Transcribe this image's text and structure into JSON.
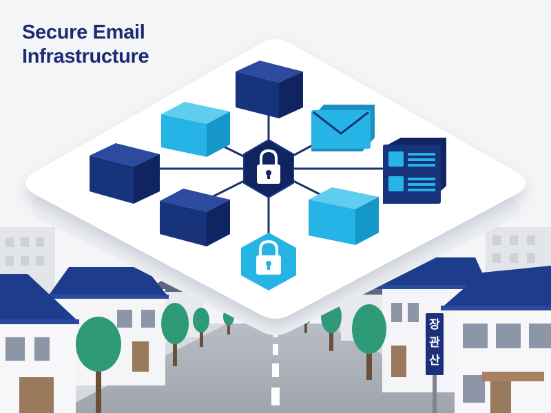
{
  "title": {
    "line1": "Secure Email",
    "line2": "Infrastructure"
  },
  "street_sign": {
    "chars": [
      "장",
      "관",
      "산"
    ]
  },
  "diagram": {
    "hub": {
      "icon": "lock-icon",
      "shape": "hexagon"
    },
    "nodes": [
      {
        "name": "dark-cube-top",
        "icon": "cube-icon",
        "color": "#16337c"
      },
      {
        "name": "light-cube-upper-left",
        "icon": "cube-icon",
        "color": "#26b3e6"
      },
      {
        "name": "email-node",
        "icon": "envelope-icon",
        "color": "#26b3e6"
      },
      {
        "name": "dark-cube-left",
        "icon": "cube-icon",
        "color": "#16337c"
      },
      {
        "name": "server-node",
        "icon": "server-icon",
        "color": "#16337c"
      },
      {
        "name": "dark-cube-lower-left",
        "icon": "cube-icon",
        "color": "#16337c"
      },
      {
        "name": "light-cube-lower-right",
        "icon": "cube-icon",
        "color": "#26b3e6"
      },
      {
        "name": "secondary-lock-node",
        "icon": "lock-icon",
        "color": "#26b3e6"
      }
    ]
  },
  "colors": {
    "navy": "#16337c",
    "sky": "#26b3e6",
    "title": "#1b2a73",
    "roof": "#1e3c8c",
    "tree": "#2f9a78",
    "background": "#f4f5f7"
  }
}
